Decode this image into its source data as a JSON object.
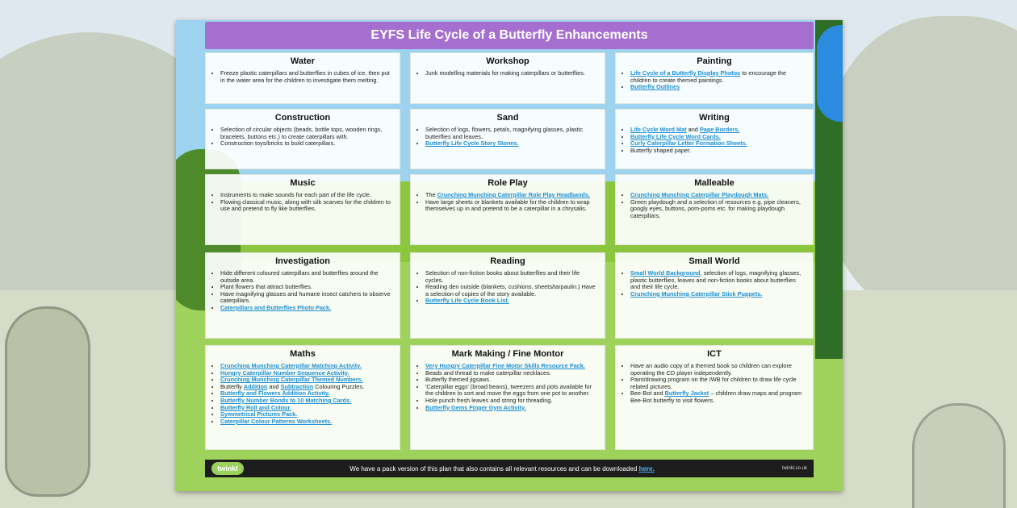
{
  "title": "EYFS Life Cycle of a Butterfly Enhancements",
  "colors": {
    "title_bar": "#a56fcf",
    "link": "#1d8fd6",
    "footer": "#1d1d1d"
  },
  "cards": {
    "water": {
      "heading": "Water",
      "items": [
        "Freeze plastic caterpillars and butterflies in cubes of ice, then put in the water area for the children to investigate them melting."
      ]
    },
    "workshop": {
      "heading": "Workshop",
      "items": [
        "Junk modelling materials for making caterpillars or butterflies."
      ]
    },
    "painting": {
      "heading": "Painting",
      "link1": "Life Cycle of a Butterfly Display Photos",
      "text1": " to encourage the children to create themed paintings.",
      "link2": "Butterfly Outlines"
    },
    "construction": {
      "heading": "Construction",
      "items": [
        "Selection of circular objects (beads, bottle tops, wooden rings, bracelets, buttons etc.) to create caterpillars with.",
        "Construction toys/bricks to build caterpillars."
      ]
    },
    "sand": {
      "heading": "Sand",
      "text1": "Selection of logs, flowers, petals, magnifying glasses, plastic butterflies and leaves.",
      "link1": "Butterfly Life Cycle Story Stones."
    },
    "writing": {
      "heading": "Writing",
      "link1": "Life Cycle Word Mat",
      "and": " and ",
      "link2": "Page Borders.",
      "link3": "Butterfly Life Cycle Word Cards.",
      "link4": "Curly Caterpillar Letter Formation Sheets.",
      "text1": "Butterfly shaped paper."
    },
    "music": {
      "heading": "Music",
      "items": [
        "Instruments to make sounds for each part of the life cycle.",
        "Flowing classical music, along with silk scarves for the children to use and pretend to fly like butterflies."
      ]
    },
    "roleplay": {
      "heading": "Role Play",
      "pre": "The ",
      "link1": "Crunching Munching Caterpillar Role Play Headbands.",
      "text1": "Have large sheets or blankets available for the children to wrap themselves up in and pretend to be a caterpillar in a chrysalis."
    },
    "malleable": {
      "heading": "Malleable",
      "link1": "Crunching Munching Caterpillar Playdough Mats.",
      "text1": "Green playdough and a selection of resources e.g. pipe cleaners, googly eyes, buttons, pom-poms etc. for making playdough caterpillars."
    },
    "investigation": {
      "heading": "Investigation",
      "items": [
        "Hide different coloured caterpillars and butterflies around the outside area.",
        "Plant flowers that attract butterflies.",
        "Have magnifying glasses and humane insect catchers to observe caterpillars."
      ],
      "link1": "Caterpillars and Butterflies Photo Pack."
    },
    "reading": {
      "heading": "Reading",
      "items": [
        "Selection of non-fiction books about butterflies and their life cycles.",
        "Reading den outside (blankets, cushions, sheets/tarpaulin.) Have a selection of copies of the story available."
      ],
      "link1": "Butterfly Life Cycle Book List."
    },
    "smallworld": {
      "heading": "Small World",
      "link1": "Small World Background",
      "text1": ", selection of logs, magnifying glasses, plastic butterflies, leaves and non-fiction books about butterflies and their life cycle.",
      "link2": "Crunching Munching Caterpillar Stick Puppets."
    },
    "maths": {
      "heading": "Maths",
      "link1": "Crunching Munching Caterpillar Matching Activity.",
      "link2": "Hungry Caterpillar Number Sequence Activity.",
      "link3": "Crunching Munching Caterpillar Themed Numbers.",
      "pre4": "Butterfly ",
      "link4a": "Addition",
      "and4": " and ",
      "link4b": "Subtraction",
      "post4": " Colouring Puzzles.",
      "link5": "Butterfly and Flowers Addition Activity.",
      "link6": "Butterfly Number Bonds to 10 Matching Cards.",
      "link7": "Butterfly Roll and Colour.",
      "link8": "Symmetrical Pictures Pack.",
      "link9": "Caterpillar Colour Patterns Worksheets."
    },
    "markmaking": {
      "heading": "Mark Making / Fine Montor",
      "link1": "Very Hungry Caterpillar Fine Motor Skills Resource Pack.",
      "items": [
        "Beads and thread to make caterpillar necklaces.",
        "Butterfly themed jigsaws.",
        "'Caterpillar eggs' (broad beans), tweezers and pots available for the children to sort and move the eggs from one pot to another.",
        "Hole punch fresh leaves and string for threading."
      ],
      "link2": "Butterfly Gems Finger Gym Activity."
    },
    "ict": {
      "heading": "ICT",
      "items": [
        "Have an audio copy of a themed book so children can explore operating the CD player independently.",
        "Paint/drawing program on the IWB for children to draw life cycle related pictures."
      ],
      "pre3": "Bee-Bot and ",
      "link3": "Butterfly Jacket",
      "post3": " – children draw maps and program Bee-Bot butterfly to visit flowers."
    }
  },
  "footer": {
    "logo": "twinkl",
    "message": "We have a pack version of this plan that also contains all relevant resources and can be downloaded ",
    "link": "here.",
    "site": "twinkl.co.uk"
  }
}
